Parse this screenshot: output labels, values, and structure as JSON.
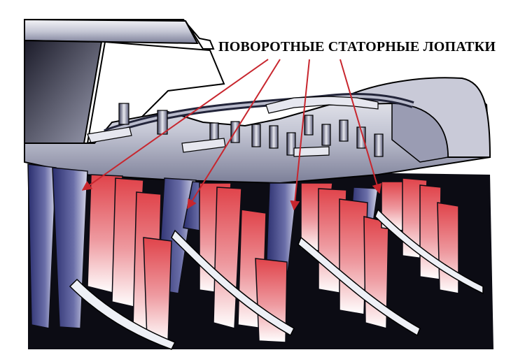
{
  "label": {
    "text": "ПОВОРОТНЫЕ СТАТОРНЫЕ ЛОПАТКИ",
    "color": "#000000"
  },
  "colors": {
    "rotor_blade": "#e0434a",
    "stator_blade": "#3b3f80",
    "casing": "#cfd1dc",
    "arrow": "#c8262e",
    "background": "#ffffff"
  },
  "icons": [
    "compressor-casing",
    "variable-stator-vanes",
    "rotor-blades",
    "actuator-ring"
  ]
}
